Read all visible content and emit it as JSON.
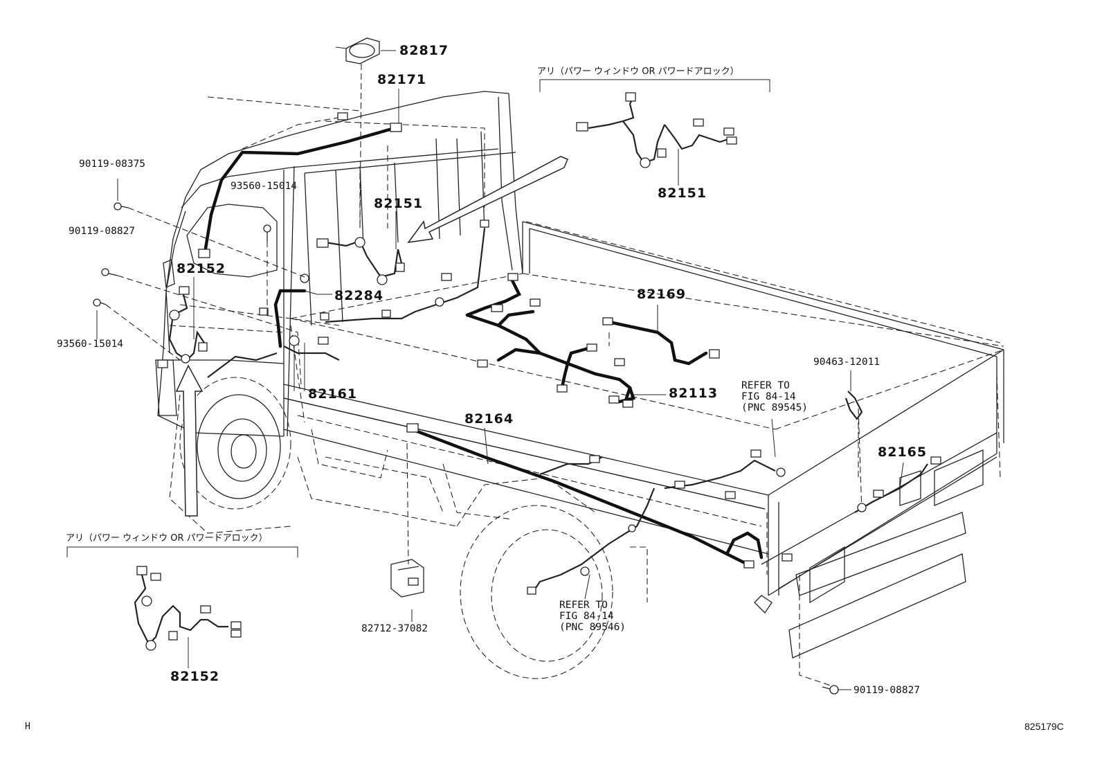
{
  "diagram": {
    "part_labels": {
      "p82817": "82817",
      "p82171": "82171",
      "p82151_cab": "82151",
      "p82151_option": "82151",
      "p82152_cab": "82152",
      "p82152_option": "82152",
      "p82284": "82284",
      "p82169": "82169",
      "p82161": "82161",
      "p82113": "82113",
      "p82164": "82164",
      "p82165": "82165"
    },
    "bolt_labels": {
      "b90119_08375": "90119-08375",
      "b93560_15014_top": "93560-15014",
      "b90119_08827_left": "90119-08827",
      "b93560_15014_left": "93560-15014",
      "b90463_12011": "90463-12011",
      "b82712_37082": "82712-37082",
      "b90119_08827_bottom": "90119-08827"
    },
    "references": {
      "ref_89545": "REFER TO\nFIG 84-14\n(PNC 89545)",
      "ref_89546": "REFER TO\nFIG 84-14\n(PNC 89546)"
    },
    "option_notes": {
      "note_top": "アリ（パワー ウィンドウ OR パワードアロック）",
      "note_bottom": "アリ（パワー ウィンドウ OR パワードアロック）"
    },
    "footer": {
      "left_mark": "H",
      "figure_code": "825179C"
    }
  }
}
